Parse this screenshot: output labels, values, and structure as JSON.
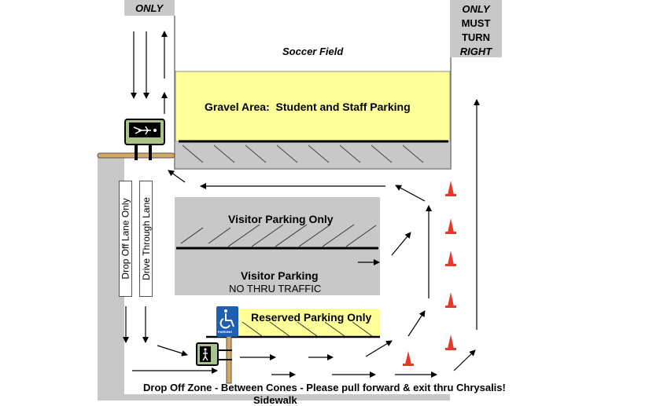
{
  "signs": {
    "top_left": "ONLY",
    "top_right": [
      "ONLY",
      "MUST",
      "TURN",
      "RIGHT"
    ],
    "handicap_sign": "PARKING"
  },
  "areas": {
    "soccer_field": "Soccer Field",
    "gravel": "Gravel Area:  Student and Staff Parking",
    "visitor_only": "Visitor Parking Only",
    "visitor_parking": "Visitor Parking",
    "no_thru": "NO THRU TRAFFIC",
    "reserved": "Reserved Parking Only",
    "sidewalk": "Sidewalk"
  },
  "lanes": {
    "drop_off": "Drop Off Lane Only",
    "drive_through": "Drive Through Lane"
  },
  "footer": "Drop Off Zone - Between Cones - Please pull forward & exit thru Chrysalis!",
  "colors": {
    "gray": "#c8c8c8",
    "yellow": "#ffff99",
    "cone": "#e8382a",
    "post": "#d4a860",
    "sign_blue": "#1f5fb0"
  }
}
